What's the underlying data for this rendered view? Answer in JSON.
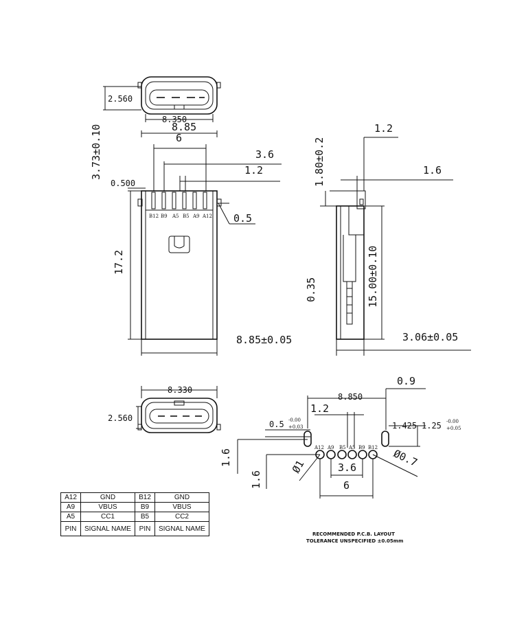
{
  "top_view": {
    "height_dim": "2.560",
    "width_dim": "8.350"
  },
  "front_view": {
    "dims": {
      "body_width": "8.85",
      "pitch_span": "6",
      "span_inner": "3.6",
      "pin_pitch": "1.2",
      "thickness": "3.73±0.10",
      "shell_step": "0.500",
      "pin_width": "0.5",
      "length": "17.2",
      "width_tol": "8.85±0.05"
    },
    "pin_labels": [
      "B12",
      "B9",
      "A5",
      "B5",
      "A9",
      "A12"
    ]
  },
  "side_view": {
    "dims": {
      "tab_height": "1.80±0.2",
      "tab_width": "1.2",
      "offset": "1.6",
      "pin_thickness": "0.35",
      "height": "15.00±0.10",
      "depth": "3.06±0.05"
    }
  },
  "bottom_view": {
    "height_dim": "2.560",
    "width_dim": "8.330"
  },
  "pcb_layout": {
    "dims": {
      "overall": "8.850",
      "slot_dia": "0.9",
      "pitch": "1.2",
      "slot_w": "0.5",
      "slot_w_tol_top": "-0.00",
      "slot_w_tol_bot": "+0.03",
      "slot_pos": "1.425",
      "slot_len": "1.25",
      "slot_len_tol_top": "-0.00",
      "slot_len_tol_bot": "+0.05",
      "row_off_a": "1.6",
      "row_off_b": "1.6",
      "hole_big": "Ø1",
      "hole_small": "Ø0.7",
      "inner_span": "3.6",
      "outer_span": "6"
    },
    "pin_labels": [
      "A12",
      "A9",
      "B5",
      "A5",
      "B9",
      "B12"
    ],
    "note_line1": "RECOMMENDED  P.C.B. LAYOUT",
    "note_line2": "TOLERANCE UNSPECIFIED ±0.05mm"
  },
  "pin_table": {
    "rows": [
      [
        "A12",
        "GND",
        "B12",
        "GND"
      ],
      [
        "A9",
        "VBUS",
        "B9",
        "VBUS"
      ],
      [
        "A5",
        "CC1",
        "B5",
        "CC2"
      ],
      [
        "PIN",
        "SIGNAL NAME",
        "PIN",
        "SIGNAL NAME"
      ]
    ]
  }
}
